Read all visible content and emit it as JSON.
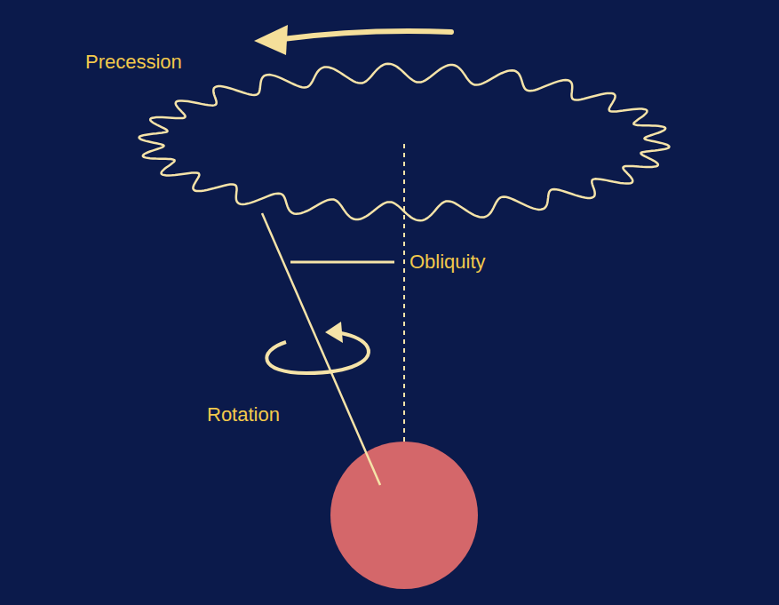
{
  "diagram": {
    "labels": [
      "Precession",
      "Obliquity",
      "Rotation"
    ]
  }
}
